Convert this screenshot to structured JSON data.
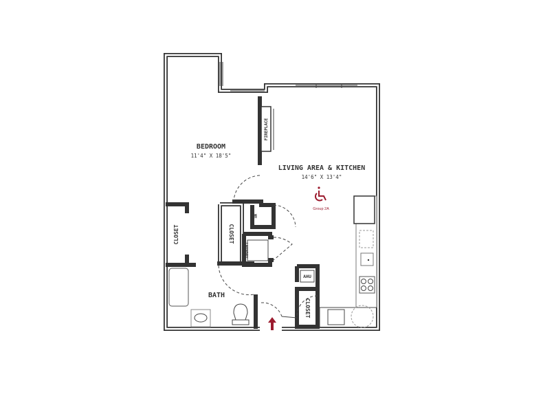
{
  "rooms": {
    "bedroom": {
      "name": "BEDROOM",
      "dims": "11'4\" X 18'5\""
    },
    "living": {
      "name": "LIVING AREA & KITCHEN",
      "dims": "14'6\" X 13'4\""
    },
    "bath": {
      "name": "BATH"
    },
    "closet_bedroom": {
      "name": "CLOSET"
    },
    "closet_hall": {
      "name": "CLOSET"
    },
    "closet_entry": {
      "name": "CLOSET"
    },
    "laundry": {
      "name": "LAUNDRY"
    },
    "water_heater": {
      "name": "WH"
    },
    "ahu": {
      "name": "AHU"
    },
    "fireplace": {
      "name": "FIREPLACE"
    }
  },
  "accessibility": {
    "icon": "wheelchair-icon",
    "label": "Group 2A"
  },
  "entry": {
    "icon": "entry-arrow-icon"
  },
  "colors": {
    "walls": "#333333",
    "accent": "#9b1b2e"
  }
}
